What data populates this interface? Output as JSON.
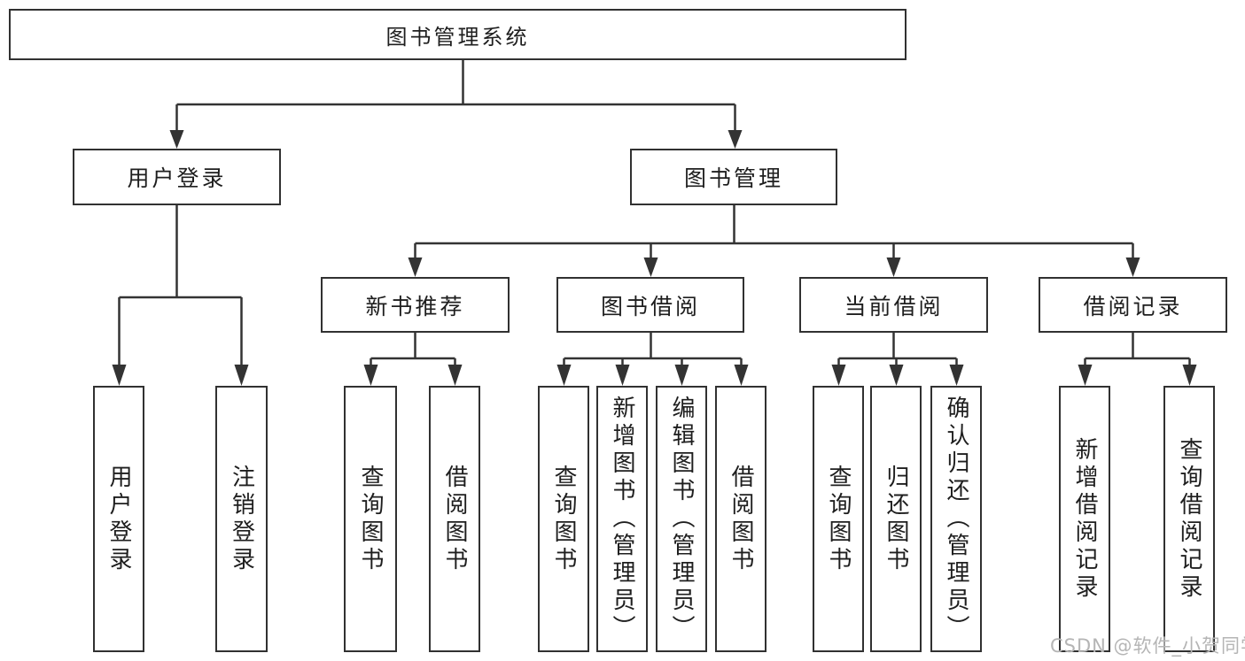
{
  "tree": {
    "root": {
      "label": "图书管理系统",
      "children": [
        {
          "label": "用户登录",
          "children": [
            {
              "label": "用户登录"
            },
            {
              "label": "注销登录"
            }
          ]
        },
        {
          "label": "图书管理",
          "children": [
            {
              "label": "新书推荐",
              "children": [
                {
                  "label": "查询图书"
                },
                {
                  "label": "借阅图书"
                }
              ]
            },
            {
              "label": "图书借阅",
              "children": [
                {
                  "label": "查询图书"
                },
                {
                  "label": "新增图书（管理员）"
                },
                {
                  "label": "编辑图书（管理员）"
                },
                {
                  "label": "借阅图书"
                }
              ]
            },
            {
              "label": "当前借阅",
              "children": [
                {
                  "label": "查询图书"
                },
                {
                  "label": "归还图书"
                },
                {
                  "label": "确认归还（管理员）"
                }
              ]
            },
            {
              "label": "借阅记录",
              "children": [
                {
                  "label": "新增借阅记录"
                },
                {
                  "label": "查询借阅记录"
                }
              ]
            }
          ]
        }
      ]
    }
  },
  "watermark": {
    "text": "CSDN @软件_小贺同学"
  },
  "colors": {
    "line": "#333333",
    "box_border": "#313131",
    "text": "#1e1e1e",
    "watermark": "#b5b5b5",
    "background": "#ffffff"
  }
}
